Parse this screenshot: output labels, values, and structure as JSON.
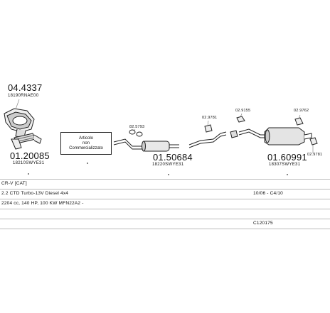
{
  "header": {
    "code": "04.4337",
    "ref": "18190RNAE00"
  },
  "notice": {
    "line1": "Articolo",
    "line2": "non",
    "line3": "Commercializzato"
  },
  "parts": [
    {
      "code": "01.20085",
      "ref": "18210SWYE31"
    },
    {
      "code": "01.50684",
      "ref": "18220SWYE31"
    },
    {
      "code": "01.60991",
      "ref": "18307SWYE31"
    }
  ],
  "callouts": {
    "c1": "82.5793",
    "c2": "02.9781",
    "c3": "02.9155",
    "c4": "02.9762",
    "c5": "02.9781"
  },
  "vehicle": {
    "model": "CR-V [CAT]",
    "engine": "2.2 CTD Turbo-13V Diesel 4x4",
    "dates": "10/06 - C4/10",
    "spec": "2204 cc, 140 HP, 100 KW MFN22A2 -",
    "catalog": "C120175"
  }
}
